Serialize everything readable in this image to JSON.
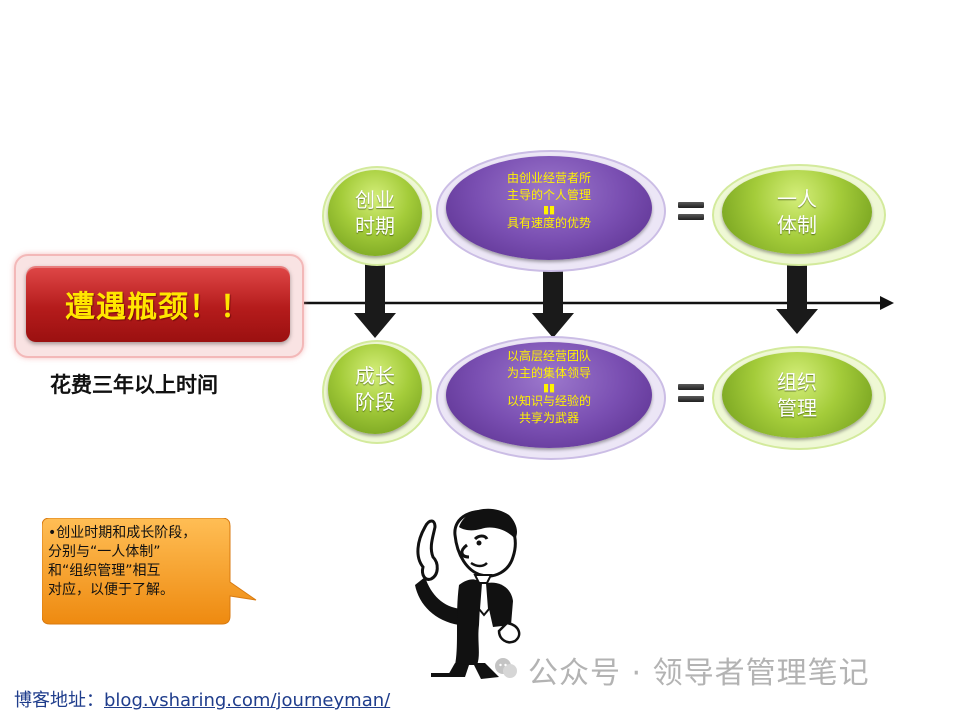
{
  "callout": {
    "title": "遭遇瓶颈！！",
    "caption": "花费三年以上时间"
  },
  "stages": [
    {
      "label_line1": "创业",
      "label_line2": "时期"
    },
    {
      "label_line1": "成长",
      "label_line2": "阶段"
    }
  ],
  "descriptions": [
    {
      "line1": "由创业经营者所",
      "line2": "主导的个人管理",
      "line3": "具有速度的优势"
    },
    {
      "line1": "以高层经营团队",
      "line2": "为主的集体领导",
      "line3": "以知识与经验的",
      "line4": "共享为武器"
    }
  ],
  "results": [
    {
      "label_line1": "一人",
      "label_line2": "体制"
    },
    {
      "label_line1": "组织",
      "label_line2": "管理"
    }
  ],
  "note": {
    "line1": "•创业时期和成长阶段，",
    "line2": "分别与“一人体制”",
    "line3": "和“组织管理”相互",
    "line4": "对应，以便于了解。"
  },
  "watermark": {
    "text": "公众号 · 领导者管理笔记"
  },
  "footer": {
    "prefix": "博客地址：",
    "url": "blog.vsharing.com/journeyman/"
  },
  "colors": {
    "red": "#b51c1c",
    "callout_text": "#ffe600",
    "green": "#a4cc3a",
    "purple": "#7a4fb2",
    "purple_text": "#fff200",
    "orange": "#f49a1e",
    "link": "#1f3d8c"
  }
}
